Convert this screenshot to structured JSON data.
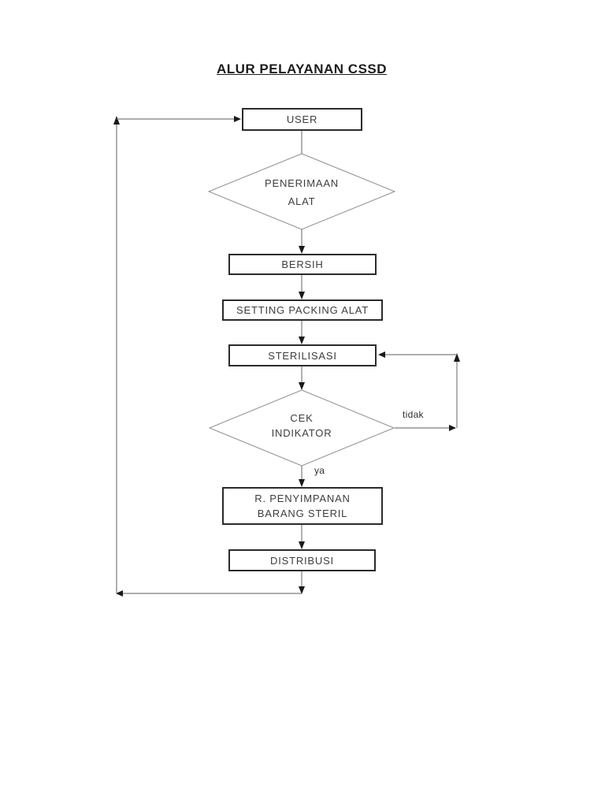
{
  "title": "ALUR PELAYANAN CSSD",
  "flowchart": {
    "nodes": [
      {
        "id": "user",
        "type": "process",
        "label": "USER"
      },
      {
        "id": "penerimaan-alat",
        "type": "decision",
        "label": "PENERIMAAN ALAT",
        "line1": "PENERIMAAN",
        "line2": "ALAT"
      },
      {
        "id": "bersih",
        "type": "process",
        "label": "BERSIH"
      },
      {
        "id": "setting-packing-alat",
        "type": "process",
        "label": "SETTING PACKING ALAT"
      },
      {
        "id": "sterilisasi",
        "type": "process",
        "label": "STERILISASI"
      },
      {
        "id": "cek-indikator",
        "type": "decision",
        "label": "CEK INDIKATOR",
        "line1": "CEK",
        "line2": "INDIKATOR"
      },
      {
        "id": "r-penyimpanan-barang-steril",
        "type": "process",
        "label": "R. PENYIMPANAN BARANG STERIL",
        "line1": "R. PENYIMPANAN",
        "line2": "BARANG STERIL"
      },
      {
        "id": "distribusi",
        "type": "process",
        "label": "DISTRIBUSI"
      }
    ],
    "edges": [
      {
        "from": "user",
        "to": "penerimaan-alat",
        "label": ""
      },
      {
        "from": "penerimaan-alat",
        "to": "bersih",
        "label": ""
      },
      {
        "from": "bersih",
        "to": "setting-packing-alat",
        "label": ""
      },
      {
        "from": "setting-packing-alat",
        "to": "sterilisasi",
        "label": ""
      },
      {
        "from": "sterilisasi",
        "to": "cek-indikator",
        "label": ""
      },
      {
        "from": "cek-indikator",
        "to": "r-penyimpanan-barang-steril",
        "label": "ya"
      },
      {
        "from": "cek-indikator",
        "to": "sterilisasi",
        "label": "tidak"
      },
      {
        "from": "r-penyimpanan-barang-steril",
        "to": "distribusi",
        "label": ""
      },
      {
        "from": "distribusi",
        "to": "user",
        "label": ""
      }
    ],
    "colors": {
      "background": "#ffffff",
      "connector_line": "#7d7d7d",
      "arrowhead": "#1a1a1a",
      "box_border": "#2b2b2b",
      "diamond_border": "#8f8f8f",
      "text": "#3d3d3d"
    }
  }
}
